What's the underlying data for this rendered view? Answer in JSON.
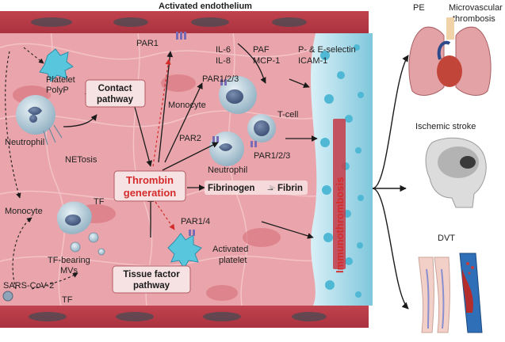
{
  "header": {
    "title": "Activated endothelium"
  },
  "boxes": {
    "contact": [
      "Contact",
      "pathway"
    ],
    "thrombin": [
      "Thrombin",
      "generation"
    ],
    "tissue": [
      "Tissue factor",
      "pathway"
    ]
  },
  "flow": {
    "fibrinogen": "Fibrinogen",
    "arrow": "→",
    "fibrin": "Fibrin"
  },
  "labels": {
    "platelet": [
      "Platelet",
      "PolyP"
    ],
    "neutrophil_left": "Neutrophil",
    "netosis": "NETosis",
    "monocyte_left": "Monocyte",
    "tf1": "TF",
    "tf_mvs": [
      "TF-bearing",
      "MVs"
    ],
    "sars": "SARS-CoV-2",
    "tf2": "TF",
    "par1": "PAR1",
    "il6": "IL-6",
    "il8": "IL-8",
    "paf": "PAF",
    "mcp1": "MCP-1",
    "selectin": "P- & E-selectin",
    "icam": "ICAM-1",
    "par123_a": "PAR1/2/3",
    "monocyte_mid": "Monocyte",
    "tcell": "T-cell",
    "par2": "PAR2",
    "par123_b": "PAR1/2/3",
    "neutrophil_mid": "Neutrophil",
    "par14": "PAR1/4",
    "act_platelet": [
      "Activated",
      "platelet"
    ],
    "immuno": "Immunothrombosis"
  },
  "outcomes": {
    "pe": "PE",
    "micro": [
      "Microvascular",
      "thrombosis"
    ],
    "stroke": "Ischemic stroke",
    "dvt": "DVT"
  },
  "colors": {
    "tissue_bg": "#e8a0a6",
    "vessel_red": "#c94550",
    "cell_fill": "#a9c3d2",
    "platelet": "#58c6dc",
    "thrombin_red": "#d42b2b"
  }
}
